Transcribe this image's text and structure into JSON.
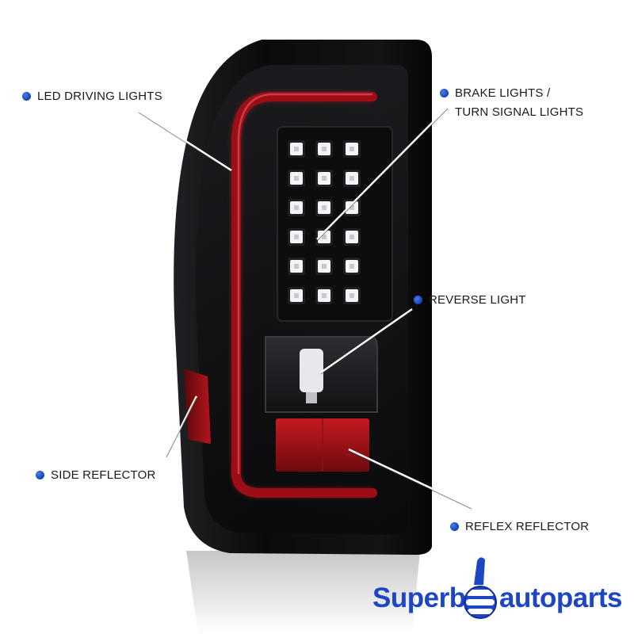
{
  "labels": {
    "led_driving": "LED DRIVING LIGHTS",
    "brake_line1": "BRAKE LIGHTS /",
    "brake_line2": "TURN SIGNAL LIGHTS",
    "reverse": "REVERSE LIGHT",
    "side_reflector": "SIDE REFLECTOR",
    "reflex_reflector": "REFLEX REFLECTOR"
  },
  "brand": {
    "word1": "Superb",
    "word2": "autoparts",
    "mascot": "thumbs-up-icon"
  },
  "colors": {
    "accent_dot": "#1242b8",
    "brand_blue": "#1d46c5",
    "led_bar_red": "#9c0e16",
    "housing": "#0c0c0f"
  }
}
